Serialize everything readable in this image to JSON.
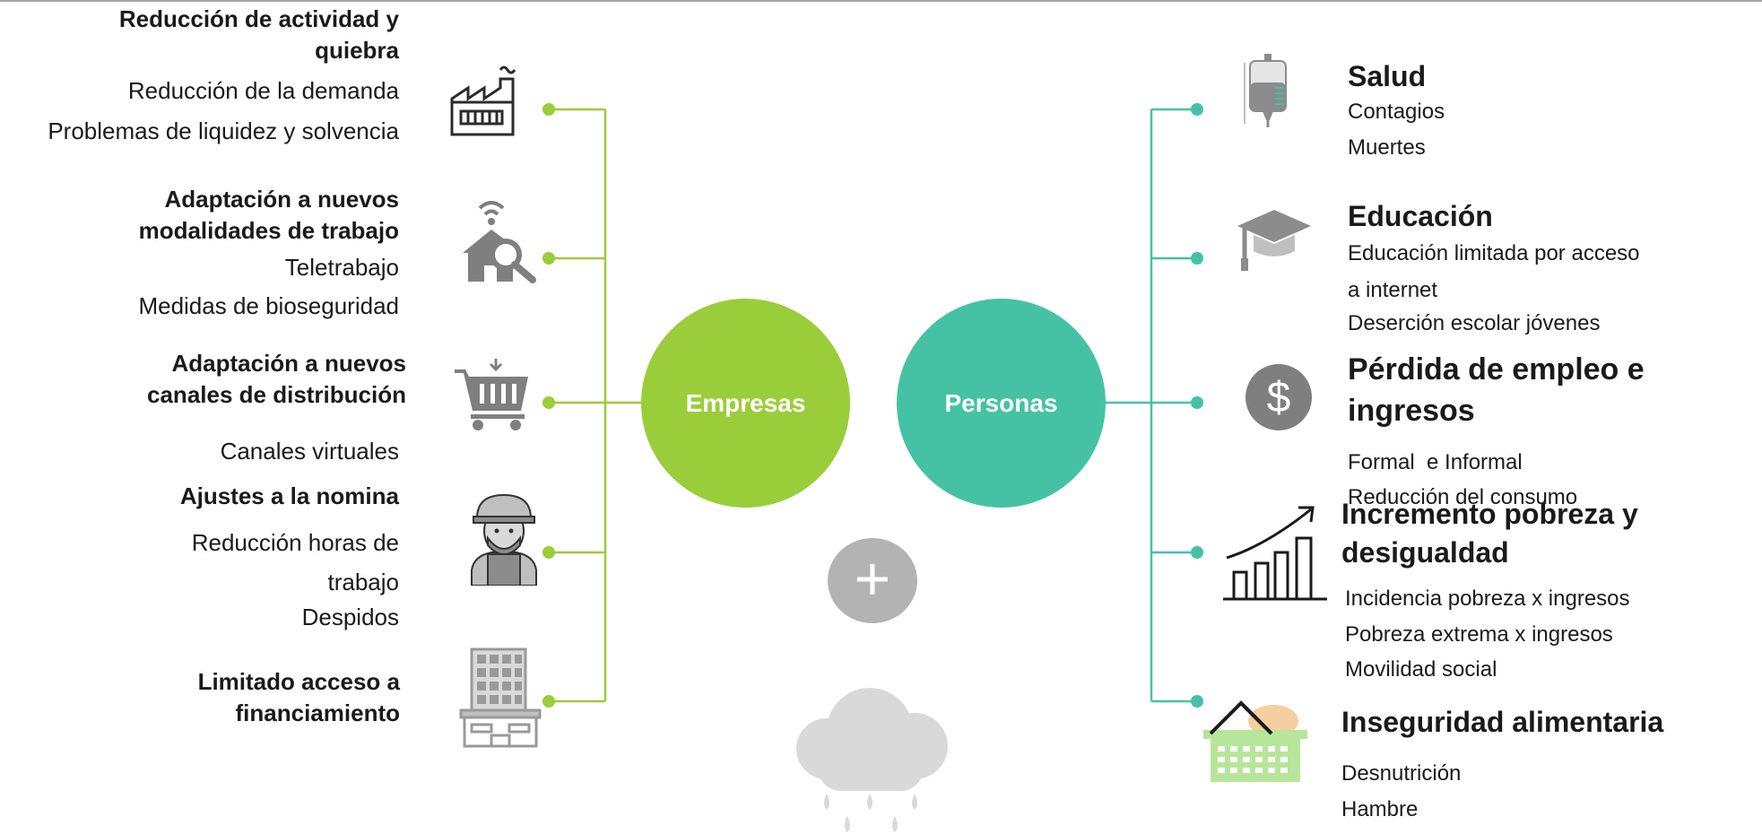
{
  "colors": {
    "empresas": "#9ACD3A",
    "personas": "#45C2A4",
    "icon_gray": "#8c8c8c",
    "plus_gray": "#b3b3b3",
    "cloud_gray": "#d9d9d9"
  },
  "left": [
    {
      "title": "Reducción de actividad y\nquiebra",
      "items": [
        "Reducción de la demanda",
        "Problemas de liquidez y solvencia"
      ],
      "icon": "factory-icon"
    },
    {
      "title": "Adaptación a nuevos\nmodalidades de trabajo",
      "items": [
        "Teletrabajo",
        "Medidas de bioseguridad"
      ],
      "icon": "home-wifi-search-icon"
    },
    {
      "title": "Adaptación a nuevos\ncanales de distribución",
      "items": [
        "Canales virtuales"
      ],
      "icon": "shopping-cart-icon"
    },
    {
      "title": "Ajustes a la nomina",
      "items": [
        "Reducción horas de\ntrabajo",
        "Despidos"
      ],
      "icon": "worker-icon"
    },
    {
      "title": "Limitado acceso a\nfinanciamiento",
      "items": [],
      "icon": "building-icon"
    }
  ],
  "center": {
    "empresas": "Empresas",
    "personas": "Personas",
    "plus": "+"
  },
  "right": [
    {
      "title": "Salud",
      "items": [
        "Contagios",
        "Muertes"
      ],
      "icon": "iv-bag-icon"
    },
    {
      "title": "Educación",
      "items": [
        "Educación limitada por acceso\na internet",
        "Deserción escolar jóvenes"
      ],
      "icon": "graduation-cap-icon"
    },
    {
      "title": "Pérdida de empleo e ingresos",
      "items": [
        "Formal  e Informal",
        "Reducción del consumo"
      ],
      "icon": "dollar-coin-icon"
    },
    {
      "title": "Incremento pobreza y\ndesigualdad",
      "items": [
        "Incidencia pobreza x ingresos",
        "Pobreza extrema x ingresos",
        "Movilidad social"
      ],
      "icon": "growth-chart-icon"
    },
    {
      "title": "Inseguridad alimentaria",
      "items": [
        "Desnutrición",
        "Hambre"
      ],
      "icon": "food-basket-icon"
    }
  ]
}
